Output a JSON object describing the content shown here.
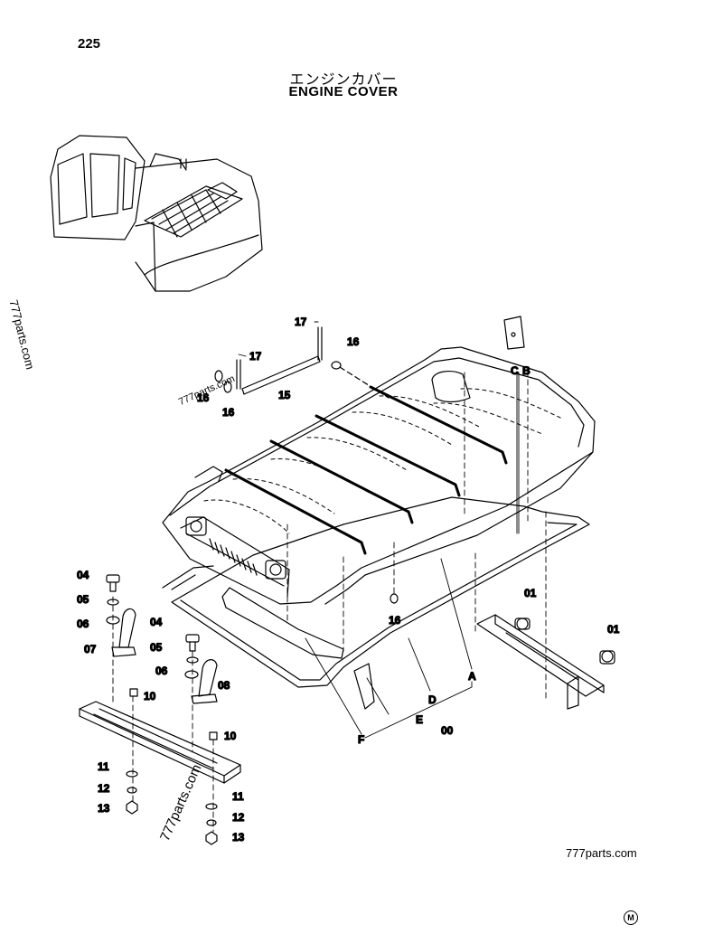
{
  "page_number": "225",
  "title_jp": "エンジンカバー",
  "title_en": "ENGINE COVER",
  "watermarks": {
    "side": "777parts.com",
    "small": "777parts.com",
    "diagonal": "777parts.com",
    "bottom": "777parts.com"
  },
  "mark_symbol": "M",
  "callouts": {
    "l00": "00",
    "l01a": "01",
    "l01b": "01",
    "l04a": "04",
    "l04b": "04",
    "l05a": "05",
    "l05b": "05",
    "l06a": "06",
    "l06b": "06",
    "l07": "07",
    "l08": "08",
    "l10a": "10",
    "l10b": "10",
    "l11a": "11",
    "l11b": "11",
    "l12a": "12",
    "l12b": "12",
    "l13a": "13",
    "l13b": "13",
    "l15": "15",
    "l16a": "16",
    "l16b": "16",
    "l16c": "16",
    "l16d": "16",
    "l17a": "17",
    "l17b": "17",
    "lA": "A",
    "lB": "B",
    "lC": "C",
    "lD": "D",
    "lE": "E",
    "lF": "F"
  }
}
